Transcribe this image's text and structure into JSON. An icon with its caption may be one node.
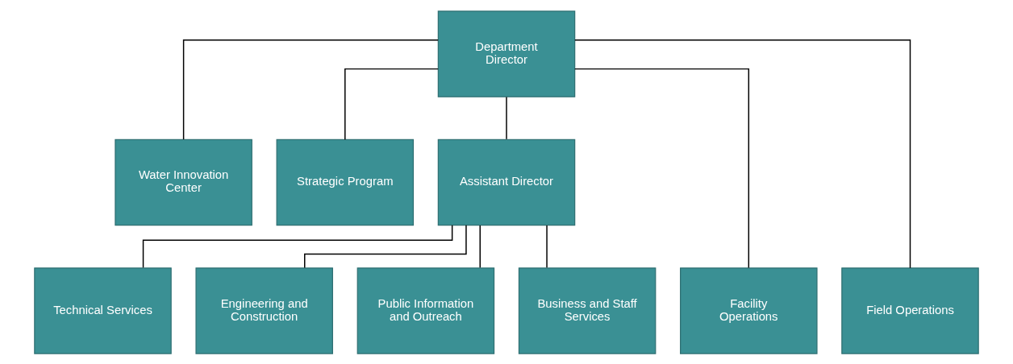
{
  "diagram": {
    "nodes": [
      {
        "text": [
          "Department Director"
        ]
      },
      {
        "text": [
          "Water Innovation Center"
        ]
      },
      {
        "text": [
          "Strategic Program"
        ]
      },
      {
        "text": [
          "Assistant Director"
        ]
      },
      {
        "text": [
          "Facility Operations"
        ]
      },
      {
        "text": [
          "Field Operations"
        ]
      },
      {
        "text": [
          "Technical Services"
        ]
      },
      {
        "text": [
          "Engineering and Construction"
        ]
      },
      {
        "text": [
          "Public Information and Outreach"
        ]
      },
      {
        "text": [
          "Business and Staff Services"
        ]
      }
    ],
    "edges": [
      {
        "from": 0,
        "to": 1,
        "arrow": "none"
      },
      {
        "from": 0,
        "to": 2,
        "arrow": "none"
      },
      {
        "from": 0,
        "to": 3,
        "arrow": "none"
      },
      {
        "from": 0,
        "to": 4,
        "arrow": "none"
      },
      {
        "from": 0,
        "to": 5,
        "arrow": "none"
      },
      {
        "from": 3,
        "to": 6,
        "arrow": "none"
      },
      {
        "from": 3,
        "to": 7,
        "arrow": "none"
      },
      {
        "from": 3,
        "to": 8,
        "arrow": "none"
      },
      {
        "from": 3,
        "to": 9,
        "arrow": "none"
      }
    ]
  }
}
